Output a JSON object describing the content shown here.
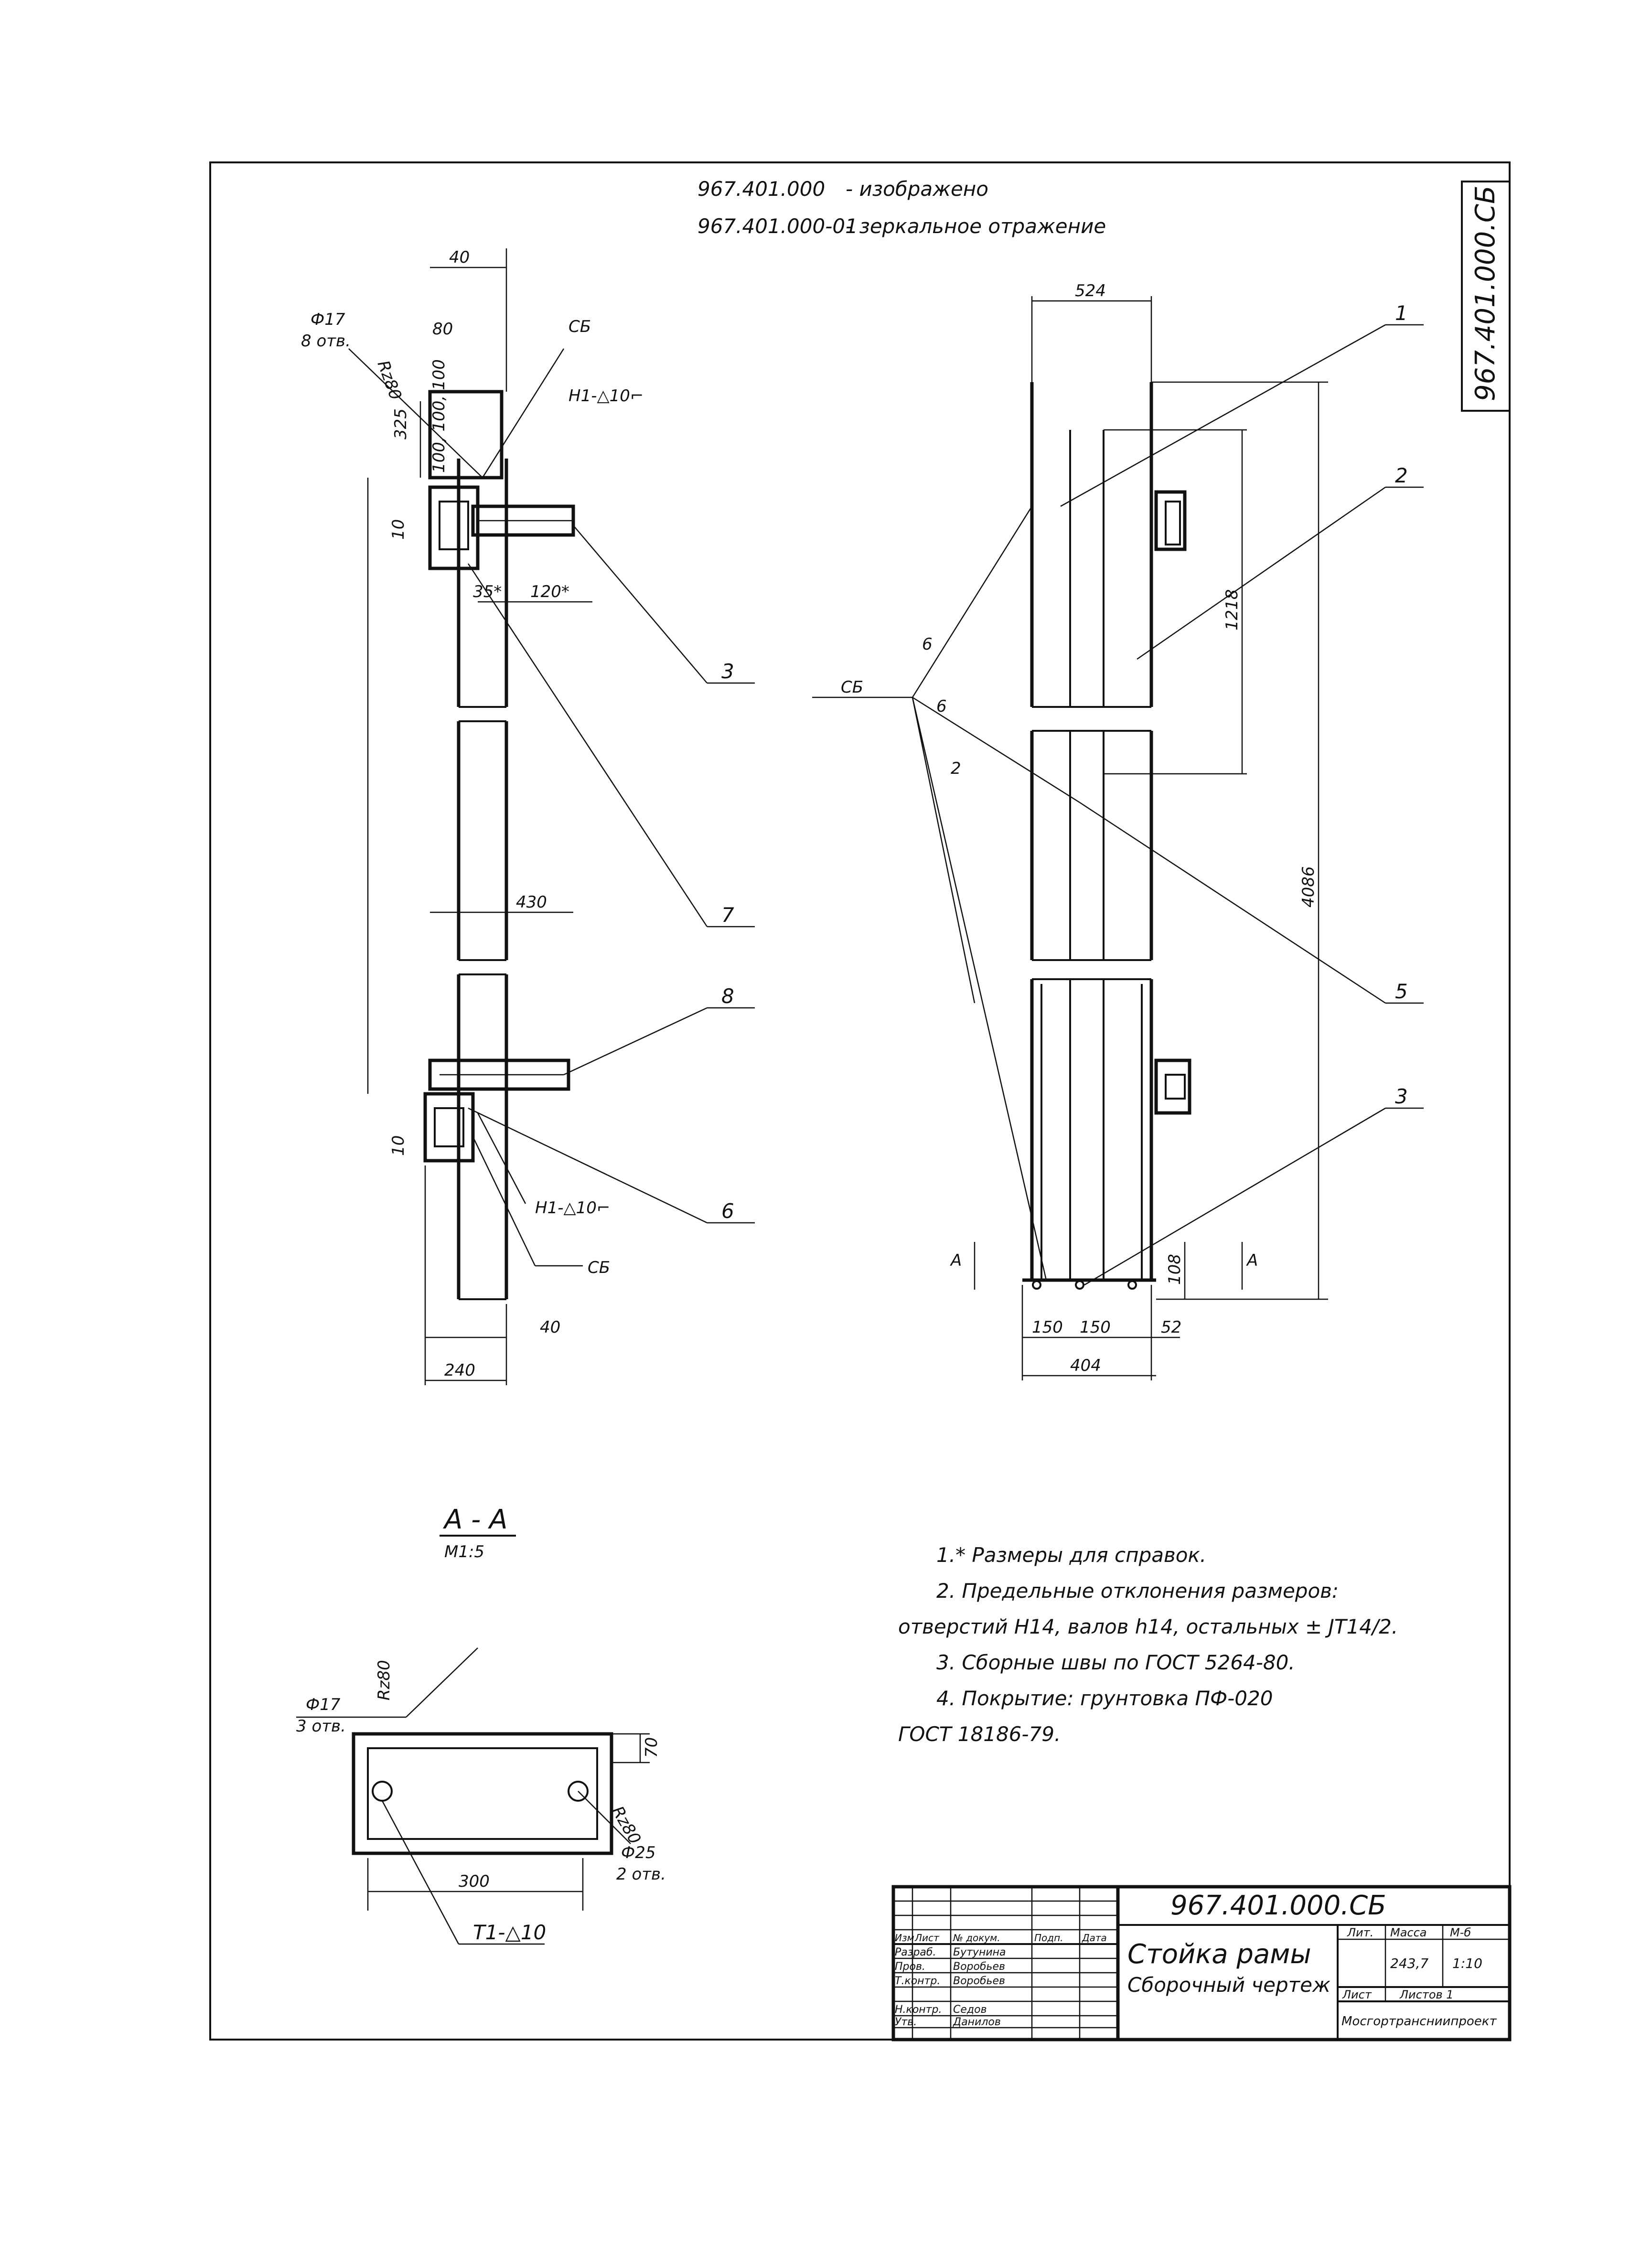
{
  "header": {
    "line1_code": "967.401.000",
    "line1_text": "- изображено",
    "line2_code": "967.401.000-01",
    "line2_text": "- зеркальное отражение",
    "corner_stamp": "967.401.000.СБ"
  },
  "left_view": {
    "dims": {
      "top_width": "40",
      "hole_spacing_w": "80",
      "hole_label_1": "Ф17",
      "hole_label_2": "8 отв.",
      "roughness": "Rz80",
      "weld_top": "СБ",
      "weld_sym_top": "Н1-△10⌐",
      "height_325": "325",
      "spacing": "100, 100, 100",
      "dim_10_top": "10",
      "angle_35": "35*",
      "dim_120": "120*",
      "dim_430": "430",
      "dim_10_bottom": "10",
      "weld_sym_bottom": "Н1-△10⌐",
      "weld_bottom": "СБ",
      "dim_40_bottom": "40",
      "dim_240": "240"
    },
    "callouts": [
      "3",
      "7",
      "8",
      "6"
    ]
  },
  "right_view": {
    "dims": {
      "width_524": "524",
      "len_1218": "1218",
      "len_4086": "4086",
      "dim_108": "108",
      "dim_150a": "150",
      "dim_150b": "150",
      "dim_52": "52",
      "dim_404": "404",
      "weld": "СБ",
      "weld_legs": [
        "6",
        "6",
        "2"
      ],
      "section_mark": "А"
    },
    "callouts": [
      "1",
      "2",
      "5",
      "3"
    ]
  },
  "section": {
    "title": "А - А",
    "scale": "М1:5",
    "hole_label_1": "Ф17",
    "hole_label_2": "3 отв.",
    "roughness": "Rz80",
    "dim_70": "70",
    "rz_right": "Rz80",
    "hole25_label_1": "Ф25",
    "hole25_label_2": "2 отв.",
    "dim_300": "300",
    "weld": "Т1-△10"
  },
  "notes": [
    "1.* Размеры для справок.",
    "2. Предельные отклонения размеров:",
    "отверстий Н14, валов h14, остальных ± JT14/2.",
    "3. Сборные швы по ГОСТ 5264-80.",
    "4. Покрытие:   грунтовка   ПФ-020",
    "ГОСТ 18186-79."
  ],
  "title_block": {
    "designation": "967.401.000.СБ",
    "name": "Стойка рамы",
    "doc_type": "Сборочный чертеж",
    "header_cells": [
      "Лит.",
      "Масса",
      "М-б"
    ],
    "mass": "243,7",
    "scale": "1:10",
    "sheet": "Лист",
    "sheets": "Листов 1",
    "organization": "Мосгортрансниипроект",
    "columns": [
      "Изм",
      "Лист",
      "№ докум.",
      "Подп.",
      "Дата"
    ],
    "rows": [
      {
        "role": "Разраб.",
        "name": "Бутунина"
      },
      {
        "role": "Пров.",
        "name": "Воробьев"
      },
      {
        "role": "Т.контр.",
        "name": "Воробьев"
      },
      {
        "role": "Н.контр.",
        "name": "Седов"
      },
      {
        "role": "Утв.",
        "name": "Данилов"
      }
    ]
  }
}
